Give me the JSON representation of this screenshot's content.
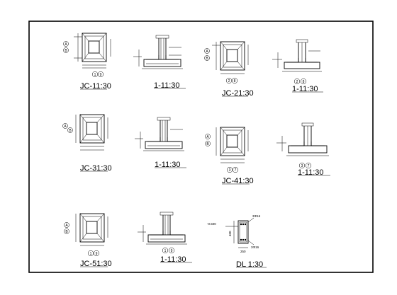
{
  "drawing": {
    "plans": [
      {
        "id": "jc1",
        "caption": "JC-1",
        "scale": "1:30",
        "markers": [
          "A",
          "B"
        ],
        "axis_bottom": [
          "1",
          "9"
        ]
      },
      {
        "id": "jc2",
        "caption": "JC-2",
        "scale": "1:30",
        "markers": [
          "A",
          "B"
        ],
        "axis_bottom": [
          "2",
          "8"
        ]
      },
      {
        "id": "jc3",
        "caption": "JC-3",
        "scale": "1:30",
        "markers": [
          "A",
          "B"
        ],
        "axis_bottom": []
      },
      {
        "id": "jc4",
        "caption": "JC-4",
        "scale": "1:30",
        "markers": [
          "A",
          "B"
        ],
        "axis_bottom": [
          "3",
          "7"
        ]
      },
      {
        "id": "jc5",
        "caption": "JC-5",
        "scale": "1:30",
        "markers": [
          "A",
          "B"
        ],
        "axis_bottom": [
          "1",
          "9"
        ]
      }
    ],
    "sections": [
      {
        "id": "s1",
        "caption": "1-1",
        "scale": "1:30",
        "axis": []
      },
      {
        "id": "s2",
        "caption": "1-1",
        "scale": "1:30",
        "axis": [
          "2",
          "8"
        ]
      },
      {
        "id": "s3",
        "caption": "1-1",
        "scale": "1:30",
        "axis": []
      },
      {
        "id": "s4",
        "caption": "1-1",
        "scale": "1:30",
        "axis": [
          "3",
          "7"
        ]
      },
      {
        "id": "s5",
        "caption": "1-1",
        "scale": "1:30",
        "axis": [
          "1",
          "9"
        ]
      }
    ],
    "beam": {
      "caption": "DL",
      "scale": "1:30",
      "elevation": "-0.500",
      "depth": "400",
      "width": "250",
      "top_bars": "3Φ16",
      "bottom_bars": "3Φ16"
    }
  }
}
